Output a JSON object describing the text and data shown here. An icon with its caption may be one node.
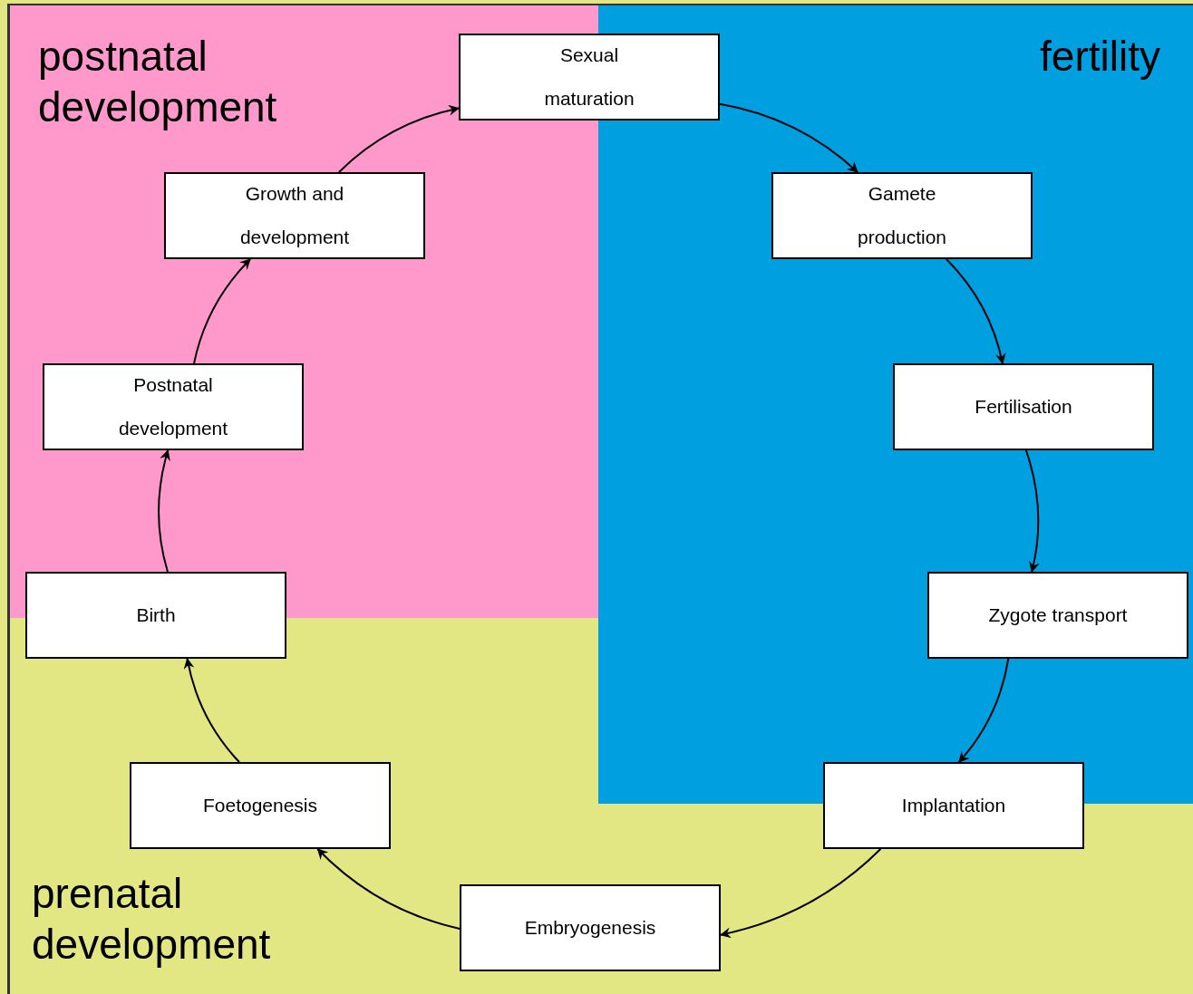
{
  "diagram": {
    "nodes": [
      {
        "text": [
          "Sexual maturation"
        ]
      },
      {
        "text": [
          "Gamete production"
        ]
      },
      {
        "text": [
          "Fertilisation"
        ]
      },
      {
        "text": [
          "Zygote transport"
        ]
      },
      {
        "text": [
          "Implantation"
        ]
      },
      {
        "text": [
          "Embryogenesis"
        ]
      },
      {
        "text": [
          "Foetogenesis"
        ]
      },
      {
        "text": [
          "Birth"
        ]
      },
      {
        "text": [
          "Postnatal development"
        ]
      },
      {
        "text": [
          "Growth and development"
        ]
      }
    ],
    "edges": [
      {
        "from": 0,
        "to": 1,
        "arrow": "to"
      },
      {
        "from": 1,
        "to": 2,
        "arrow": "to"
      },
      {
        "from": 2,
        "to": 3,
        "arrow": "to"
      },
      {
        "from": 3,
        "to": 4,
        "arrow": "to"
      },
      {
        "from": 4,
        "to": 5,
        "arrow": "to"
      },
      {
        "from": 5,
        "to": 6,
        "arrow": "to"
      },
      {
        "from": 6,
        "to": 7,
        "arrow": "to"
      },
      {
        "from": 7,
        "to": 8,
        "arrow": "to"
      },
      {
        "from": 8,
        "to": 9,
        "arrow": "to"
      },
      {
        "from": 9,
        "to": 0,
        "arrow": "to"
      }
    ],
    "labels": [
      "postnatal development",
      "fertility",
      "prenatal development"
    ]
  }
}
